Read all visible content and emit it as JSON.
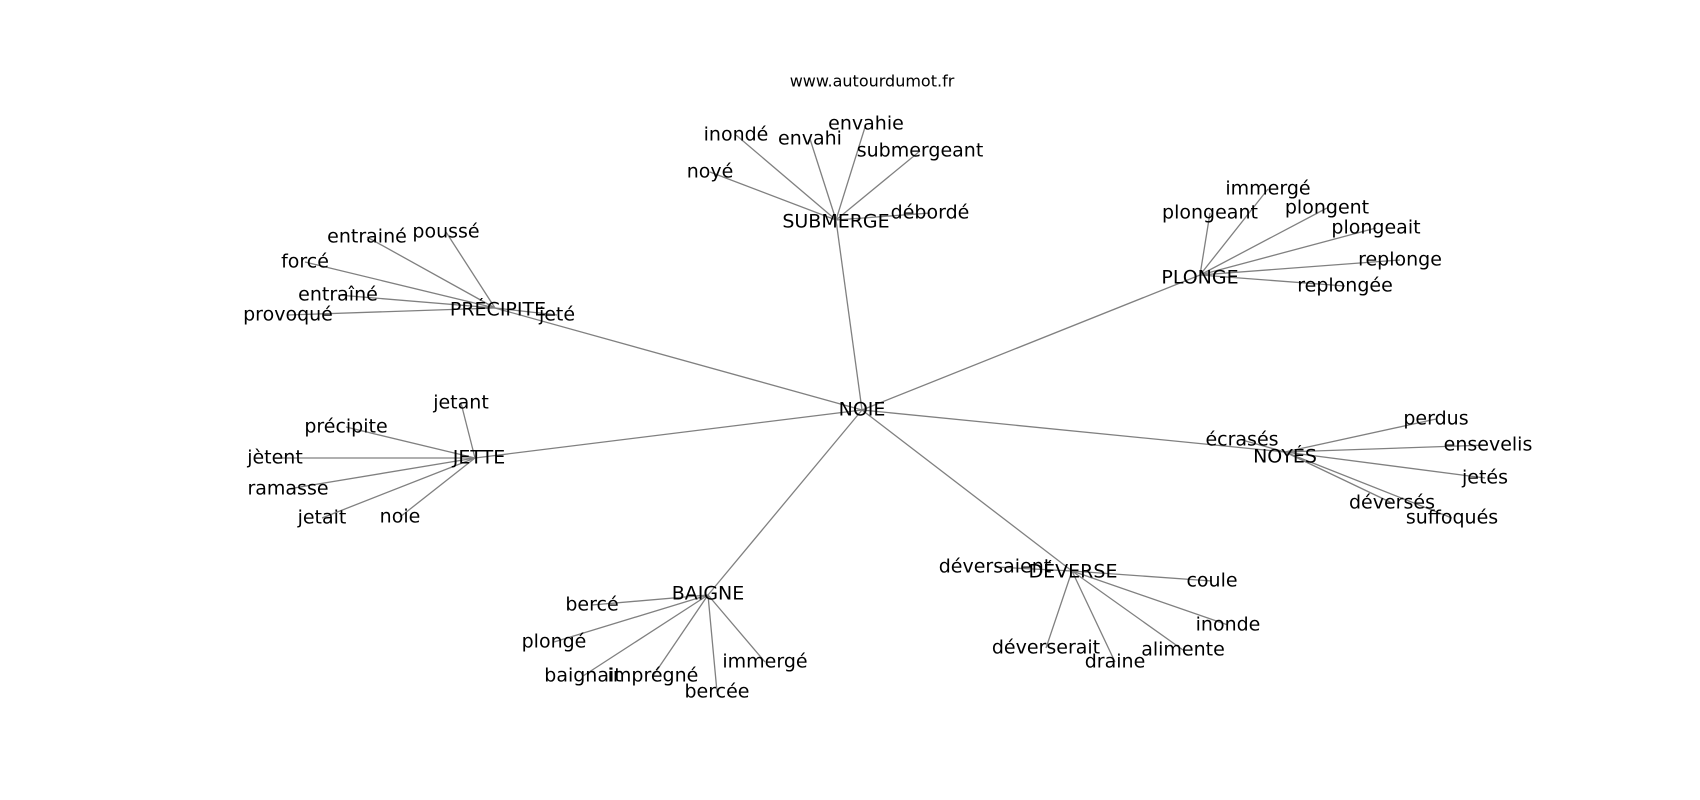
{
  "source": "www.autourdumot.fr",
  "colors": {
    "edge": "#808080",
    "text": "#000000",
    "background": "#ffffff"
  },
  "root": "NOIE",
  "clusters": [
    {
      "label": "SUBMERGE",
      "children": [
        "inondé",
        "envahi",
        "envahie",
        "submergeant",
        "noyé",
        "débordé"
      ]
    },
    {
      "label": "PLONGE",
      "children": [
        "immergé",
        "plongeant",
        "plongent",
        "plongeait",
        "replonge",
        "replongée"
      ]
    },
    {
      "label": "PRÉCIPITE",
      "children": [
        "entrainé",
        "poussé",
        "forcé",
        "entraîné",
        "provoqué",
        "jeté"
      ]
    },
    {
      "label": "JETTE",
      "children": [
        "jetant",
        "précipite",
        "jètent",
        "ramasse",
        "jetait",
        "noie"
      ]
    },
    {
      "label": "NOYÉS",
      "children": [
        "écrasés",
        "perdus",
        "ensevelis",
        "jetés",
        "déversés",
        "suffoqués"
      ]
    },
    {
      "label": "DÉVERSE",
      "children": [
        "déversaient",
        "coule",
        "inonde",
        "alimente",
        "déverserait",
        "draine"
      ]
    },
    {
      "label": "BAIGNE",
      "children": [
        "bercé",
        "plongé",
        "baignait",
        "imprégné",
        "bercée",
        "immergé"
      ]
    }
  ]
}
